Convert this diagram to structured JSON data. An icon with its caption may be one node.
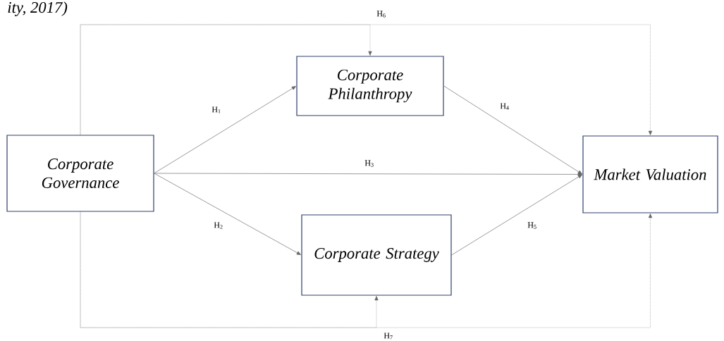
{
  "diagram": {
    "nodes": [
      {
        "text": [
          "Corporate Governance"
        ]
      },
      {
        "text": [
          "Corporate Philanthropy"
        ]
      },
      {
        "text": [
          "Corporate Strategy"
        ]
      },
      {
        "text": [
          "Market Valuation"
        ]
      }
    ],
    "edges": [
      {
        "from": 0,
        "to": 1,
        "arrow": "to",
        "label": "H$_{1}$"
      },
      {
        "from": 0,
        "to": 2,
        "arrow": "to",
        "label": "H$_{2}$"
      },
      {
        "from": 0,
        "to": 3,
        "arrow": "to",
        "label": "H$_{3}$"
      },
      {
        "from": 1,
        "to": 3,
        "arrow": "to",
        "label": "H$_{4}$"
      },
      {
        "from": 2,
        "to": 3,
        "arrow": "to",
        "label": "H$_{5}$"
      },
      {
        "from": 0,
        "to": 1,
        "arrow": "to",
        "style": "dashed",
        "label": "H$_{6}$"
      },
      {
        "from": 0,
        "to": 3,
        "arrow": "to",
        "style": "dashed"
      },
      {
        "from": 0,
        "to": 2,
        "arrow": "to",
        "style": "dashed",
        "label": "H$_{7}$"
      },
      {
        "from": 0,
        "to": 3,
        "arrow": "to",
        "style": "dashed"
      }
    ],
    "labels": [
      "ity, 2017)"
    ]
  }
}
